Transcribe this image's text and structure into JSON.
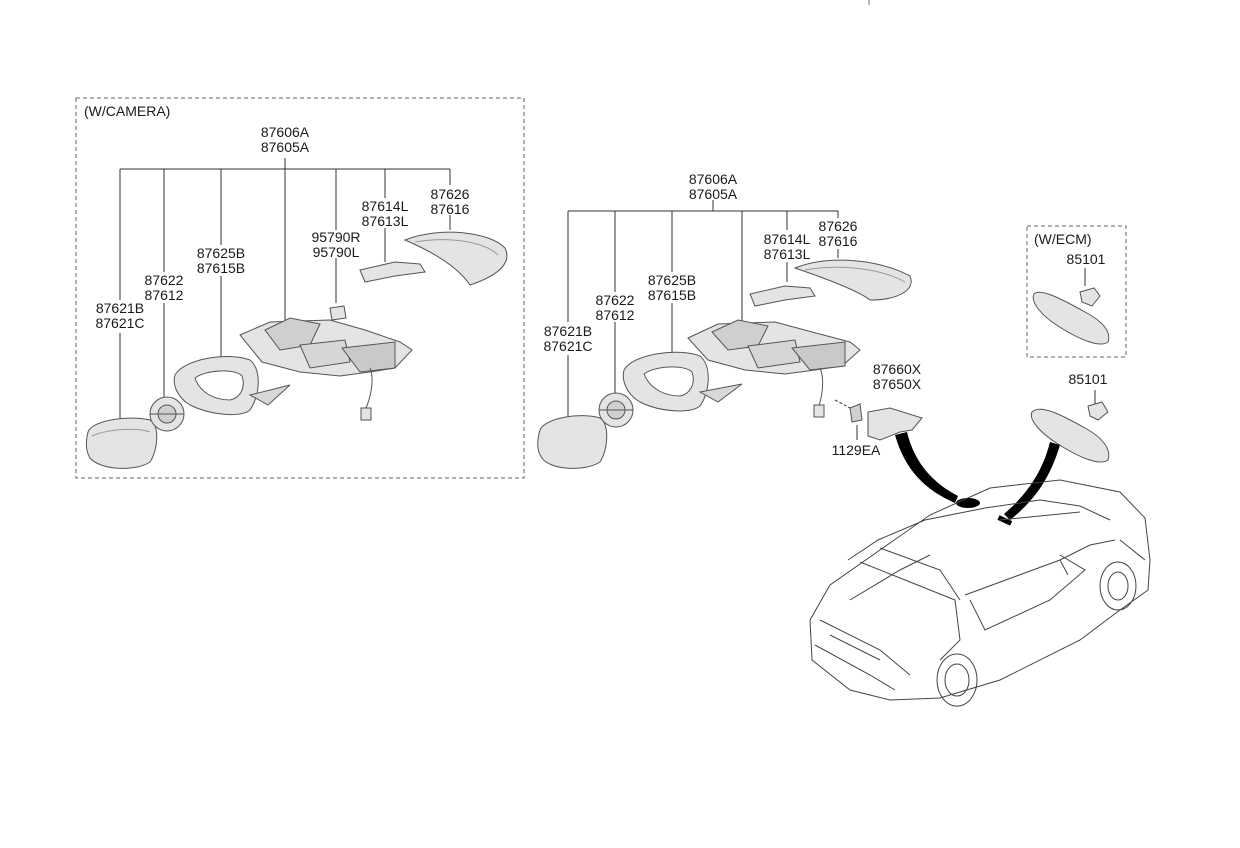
{
  "camera_group": {
    "title": "(W/CAMERA)",
    "assembly": [
      "87606A",
      "87605A"
    ],
    "mirror_glass": [
      "87621B",
      "87621C"
    ],
    "actuator": [
      "87622",
      "87612"
    ],
    "scalp_frame": [
      "87625B",
      "87615B"
    ],
    "camera": [
      "95790R",
      "95790L"
    ],
    "side_repeater": [
      "87614L",
      "87613L"
    ],
    "scalp_cover": [
      "87626",
      "87616"
    ]
  },
  "standard_group": {
    "assembly": [
      "87606A",
      "87605A"
    ],
    "mirror_glass": [
      "87621B",
      "87621C"
    ],
    "actuator": [
      "87622",
      "87612"
    ],
    "scalp_frame": [
      "87625B",
      "87615B"
    ],
    "side_repeater": [
      "87614L",
      "87613L"
    ],
    "scalp_cover": [
      "87626",
      "87616"
    ],
    "inside_cover": [
      "87660X",
      "87650X"
    ],
    "screw": "1129EA"
  },
  "ecm_group": {
    "title": "(W/ECM)",
    "inside_mirror": "85101"
  },
  "inside_mirror": "85101",
  "colors": {
    "line": "#333333",
    "part_fill": "#e4e4e4",
    "part_stroke": "#555555",
    "arrow": "#000000"
  }
}
